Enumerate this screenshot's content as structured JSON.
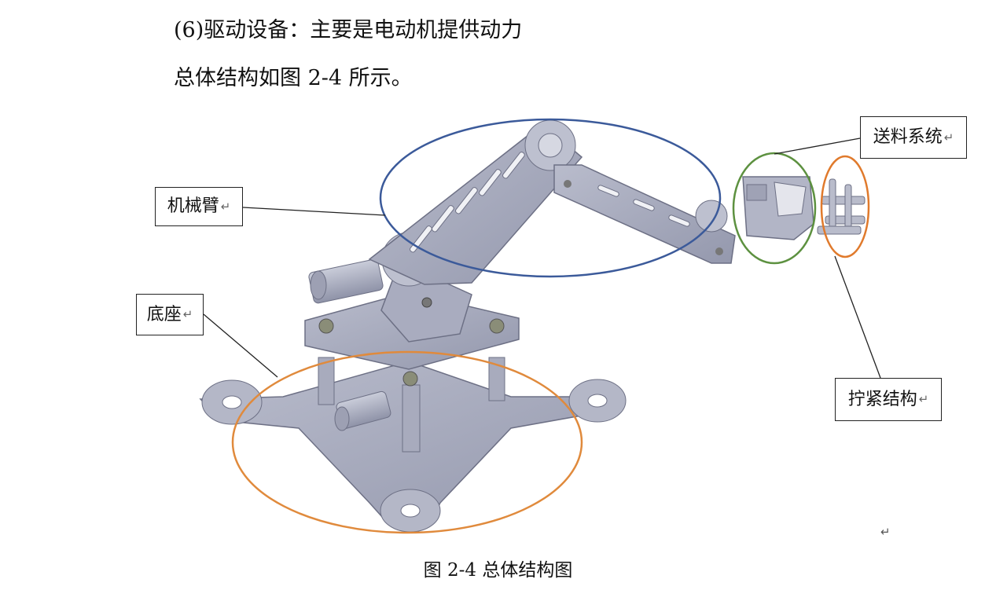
{
  "text": {
    "line1": "(6)驱动设备：主要是电动机提供动力",
    "line2": "总体结构如图 2-4 所示。"
  },
  "figure": {
    "callouts": {
      "arm": "机械臂",
      "base": "底座",
      "feed": "送料系统",
      "tighten": "拧紧结构"
    },
    "return_mark": "↵",
    "caption": "图 2-4  总体结构图"
  },
  "colors": {
    "ellipse_arm": "#3b5a9a",
    "ellipse_base": "#e08a3c",
    "ellipse_feed": "#5d9140",
    "ellipse_tighten": "#e07a2c",
    "metal": "#a4a8bc",
    "metal_dark": "#7b7f94"
  }
}
